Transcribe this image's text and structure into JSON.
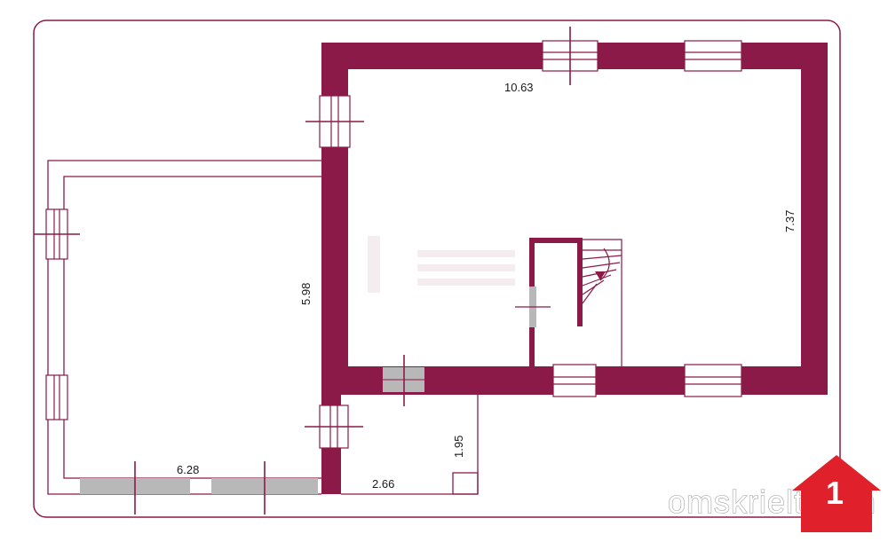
{
  "plan": {
    "dimensions": {
      "main_width": "10.63",
      "main_height": "7.37",
      "terrace_height": "5.98",
      "terrace_width": "6.28",
      "porch_width": "2.66",
      "porch_height": "1.95"
    },
    "watermark": "omskrielt.com",
    "logo_number": "1",
    "colors": {
      "wall": "#8b1a48",
      "outline": "#8b1a48",
      "window_fill": "#ffffff",
      "door_fill": "#b8b8b8",
      "logo_red": "#e0202a"
    }
  }
}
